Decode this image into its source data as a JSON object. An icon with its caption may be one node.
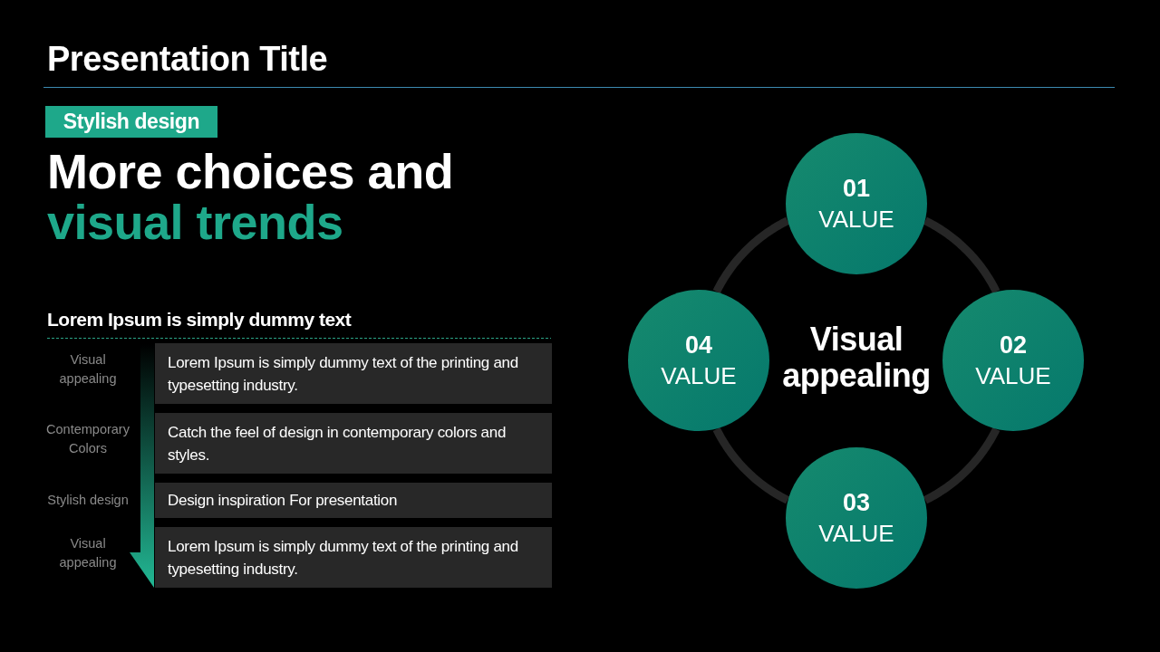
{
  "diagram": {
    "title": "Presentation Title",
    "nodes": [
      {
        "text": [
          "Stylish design"
        ]
      },
      {
        "text": [
          "Lorem Ipsum is simply dummy text of the printing and typesetting industry."
        ]
      },
      {
        "text": [
          "Catch the feel of design in contemporary colors and styles."
        ]
      },
      {
        "text": [
          "Design inspiration For presentation"
        ]
      },
      {
        "text": [
          "Lorem Ipsum is simply dummy text of the printing and typesetting industry."
        ]
      },
      {
        "text": [
          "01",
          "VALUE"
        ]
      },
      {
        "text": [
          "02",
          "VALUE"
        ]
      },
      {
        "text": [
          "03",
          "VALUE"
        ]
      },
      {
        "text": [
          "04",
          "VALUE"
        ]
      }
    ],
    "edges": [
      {
        "from": 5,
        "to": 6,
        "arrow": "none"
      },
      {
        "from": 6,
        "to": 7,
        "arrow": "none"
      },
      {
        "from": 7,
        "to": 8,
        "arrow": "none"
      },
      {
        "from": 8,
        "to": 5,
        "arrow": "none"
      }
    ],
    "labels": [
      "More choices and",
      "visual trends",
      "Lorem Ipsum is simply dummy text",
      "Visual appealing",
      "Contemporary Colors",
      "Stylish design",
      "Visual appealing",
      "Visual appealing"
    ]
  }
}
